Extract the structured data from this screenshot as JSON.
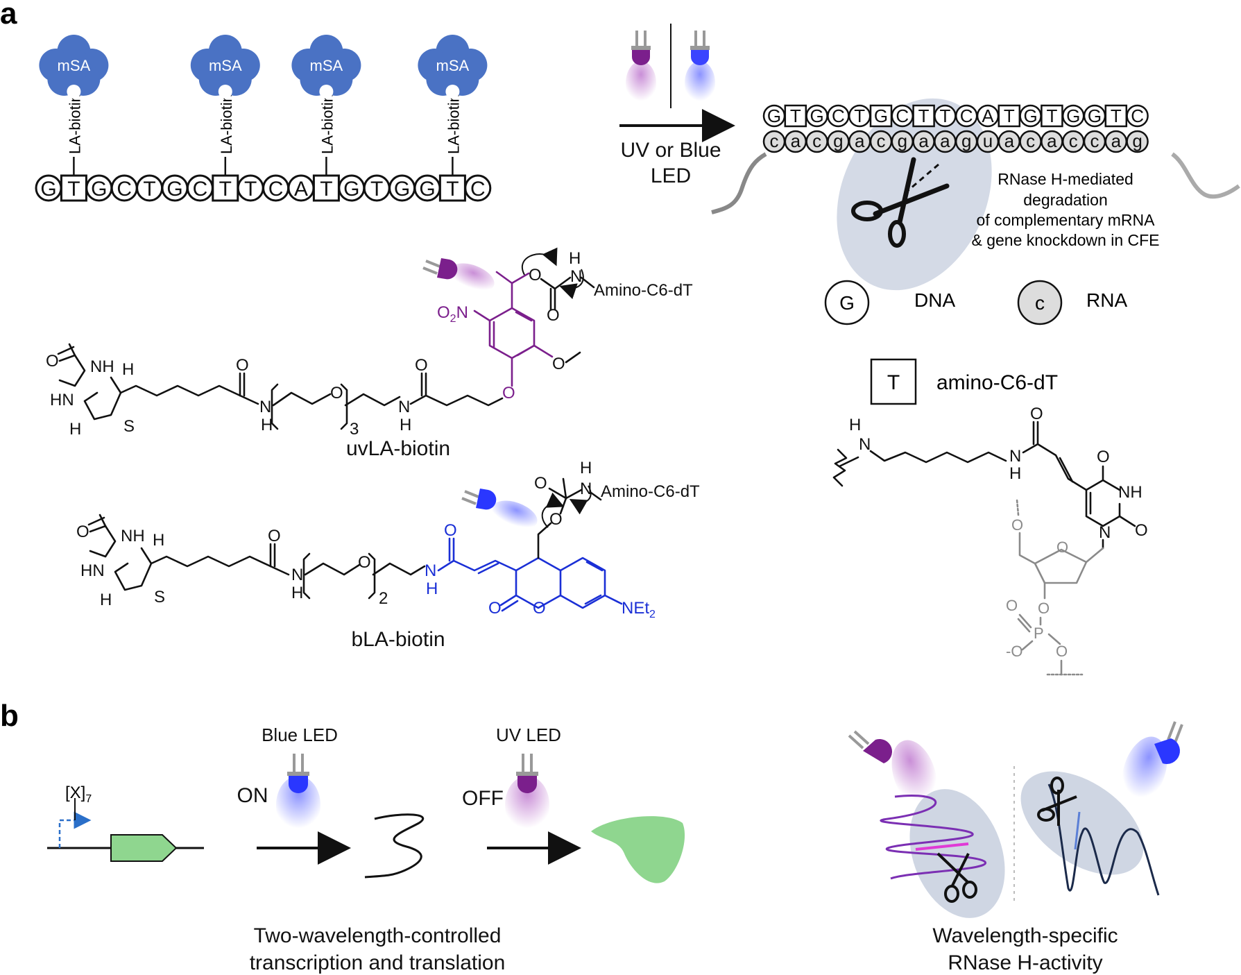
{
  "panels": {
    "a": "a",
    "b": "b"
  },
  "top_strand": {
    "bases": [
      "G",
      "T",
      "G",
      "C",
      "T",
      "G",
      "C",
      "T",
      "T",
      "C",
      "A",
      "T",
      "G",
      "T",
      "G",
      "G",
      "T",
      "C"
    ],
    "modified_index": [
      1,
      7,
      11,
      16
    ],
    "mSA_label": "mSA",
    "linker_label": "LA-biotin"
  },
  "arrow_a": {
    "line1": "UV or Blue",
    "line2": "LED"
  },
  "duplex": {
    "dna": [
      "G",
      "T",
      "G",
      "C",
      "T",
      "G",
      "C",
      "T",
      "T",
      "C",
      "A",
      "T",
      "G",
      "T",
      "G",
      "G",
      "T",
      "C"
    ],
    "dna_boxed": [
      1,
      5,
      7,
      11,
      13,
      16
    ],
    "rna": [
      "c",
      "a",
      "c",
      "g",
      "a",
      "c",
      "g",
      "a",
      "a",
      "g",
      "u",
      "a",
      "c",
      "a",
      "c",
      "c",
      "a",
      "g"
    ],
    "rnase_lines": [
      "RNase H-mediated",
      "degradation",
      "of complementary mRNA",
      "& gene knockdown in CFE"
    ]
  },
  "legend": {
    "dna_symbol": "G",
    "dna_label": "DNA",
    "rna_symbol": "c",
    "rna_label": "RNA",
    "t_symbol": "T",
    "t_label": "amino-C6-dT"
  },
  "structures": {
    "uv_name": "uvLA-biotin",
    "blue_name": "bLA-biotin",
    "amino": "Amino-C6-dT",
    "peg3": "3",
    "peg2": "2"
  },
  "panel_b": {
    "promoter_label": "[X]",
    "promoter_sub": "7",
    "blue_led": "Blue LED",
    "uv_led": "UV LED",
    "on": "ON",
    "off": "OFF",
    "caption_left_1": "Two-wavelength-controlled",
    "caption_left_2": "transcription and translation",
    "caption_right_1": "Wavelength-specific",
    "caption_right_2": "RNase H-activity"
  },
  "colors": {
    "mSA": "#4a72c4",
    "uv": "#7b1f8c",
    "blue": "#1a2fd6",
    "green": "#8fd68f",
    "ellipse": "#cfd6e3"
  }
}
